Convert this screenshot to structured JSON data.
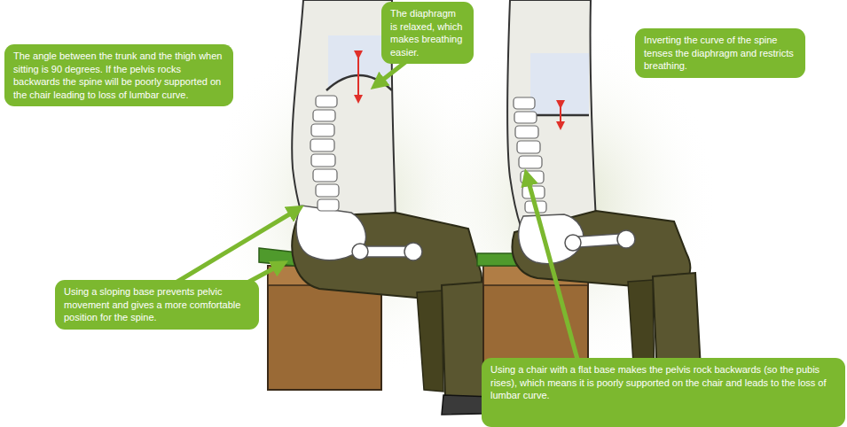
{
  "diagram": {
    "nodes": [
      {
        "text": [
          "The angle between the trunk and the thigh when sitting is 90 degrees. If the pelvis rocks backwards the spine will be poorly supported on the chair leading to loss of lumbar curve."
        ]
      },
      {
        "text": [
          "The diaphragm is relaxed, which makes breathing easier."
        ]
      },
      {
        "text": [
          "Inverting the curve of the spine tenses the diaphragm and restricts breathing."
        ]
      },
      {
        "text": [
          "Using a sloping base prevents pelvic movement and gives a more comfortable position for the spine."
        ]
      },
      {
        "text": [
          "Using a chair with a flat base makes the pelvis rock backwards (so the pubis rises), which means it is poorly supported on the chair and leads to the loss of lumbar curve."
        ]
      }
    ]
  }
}
